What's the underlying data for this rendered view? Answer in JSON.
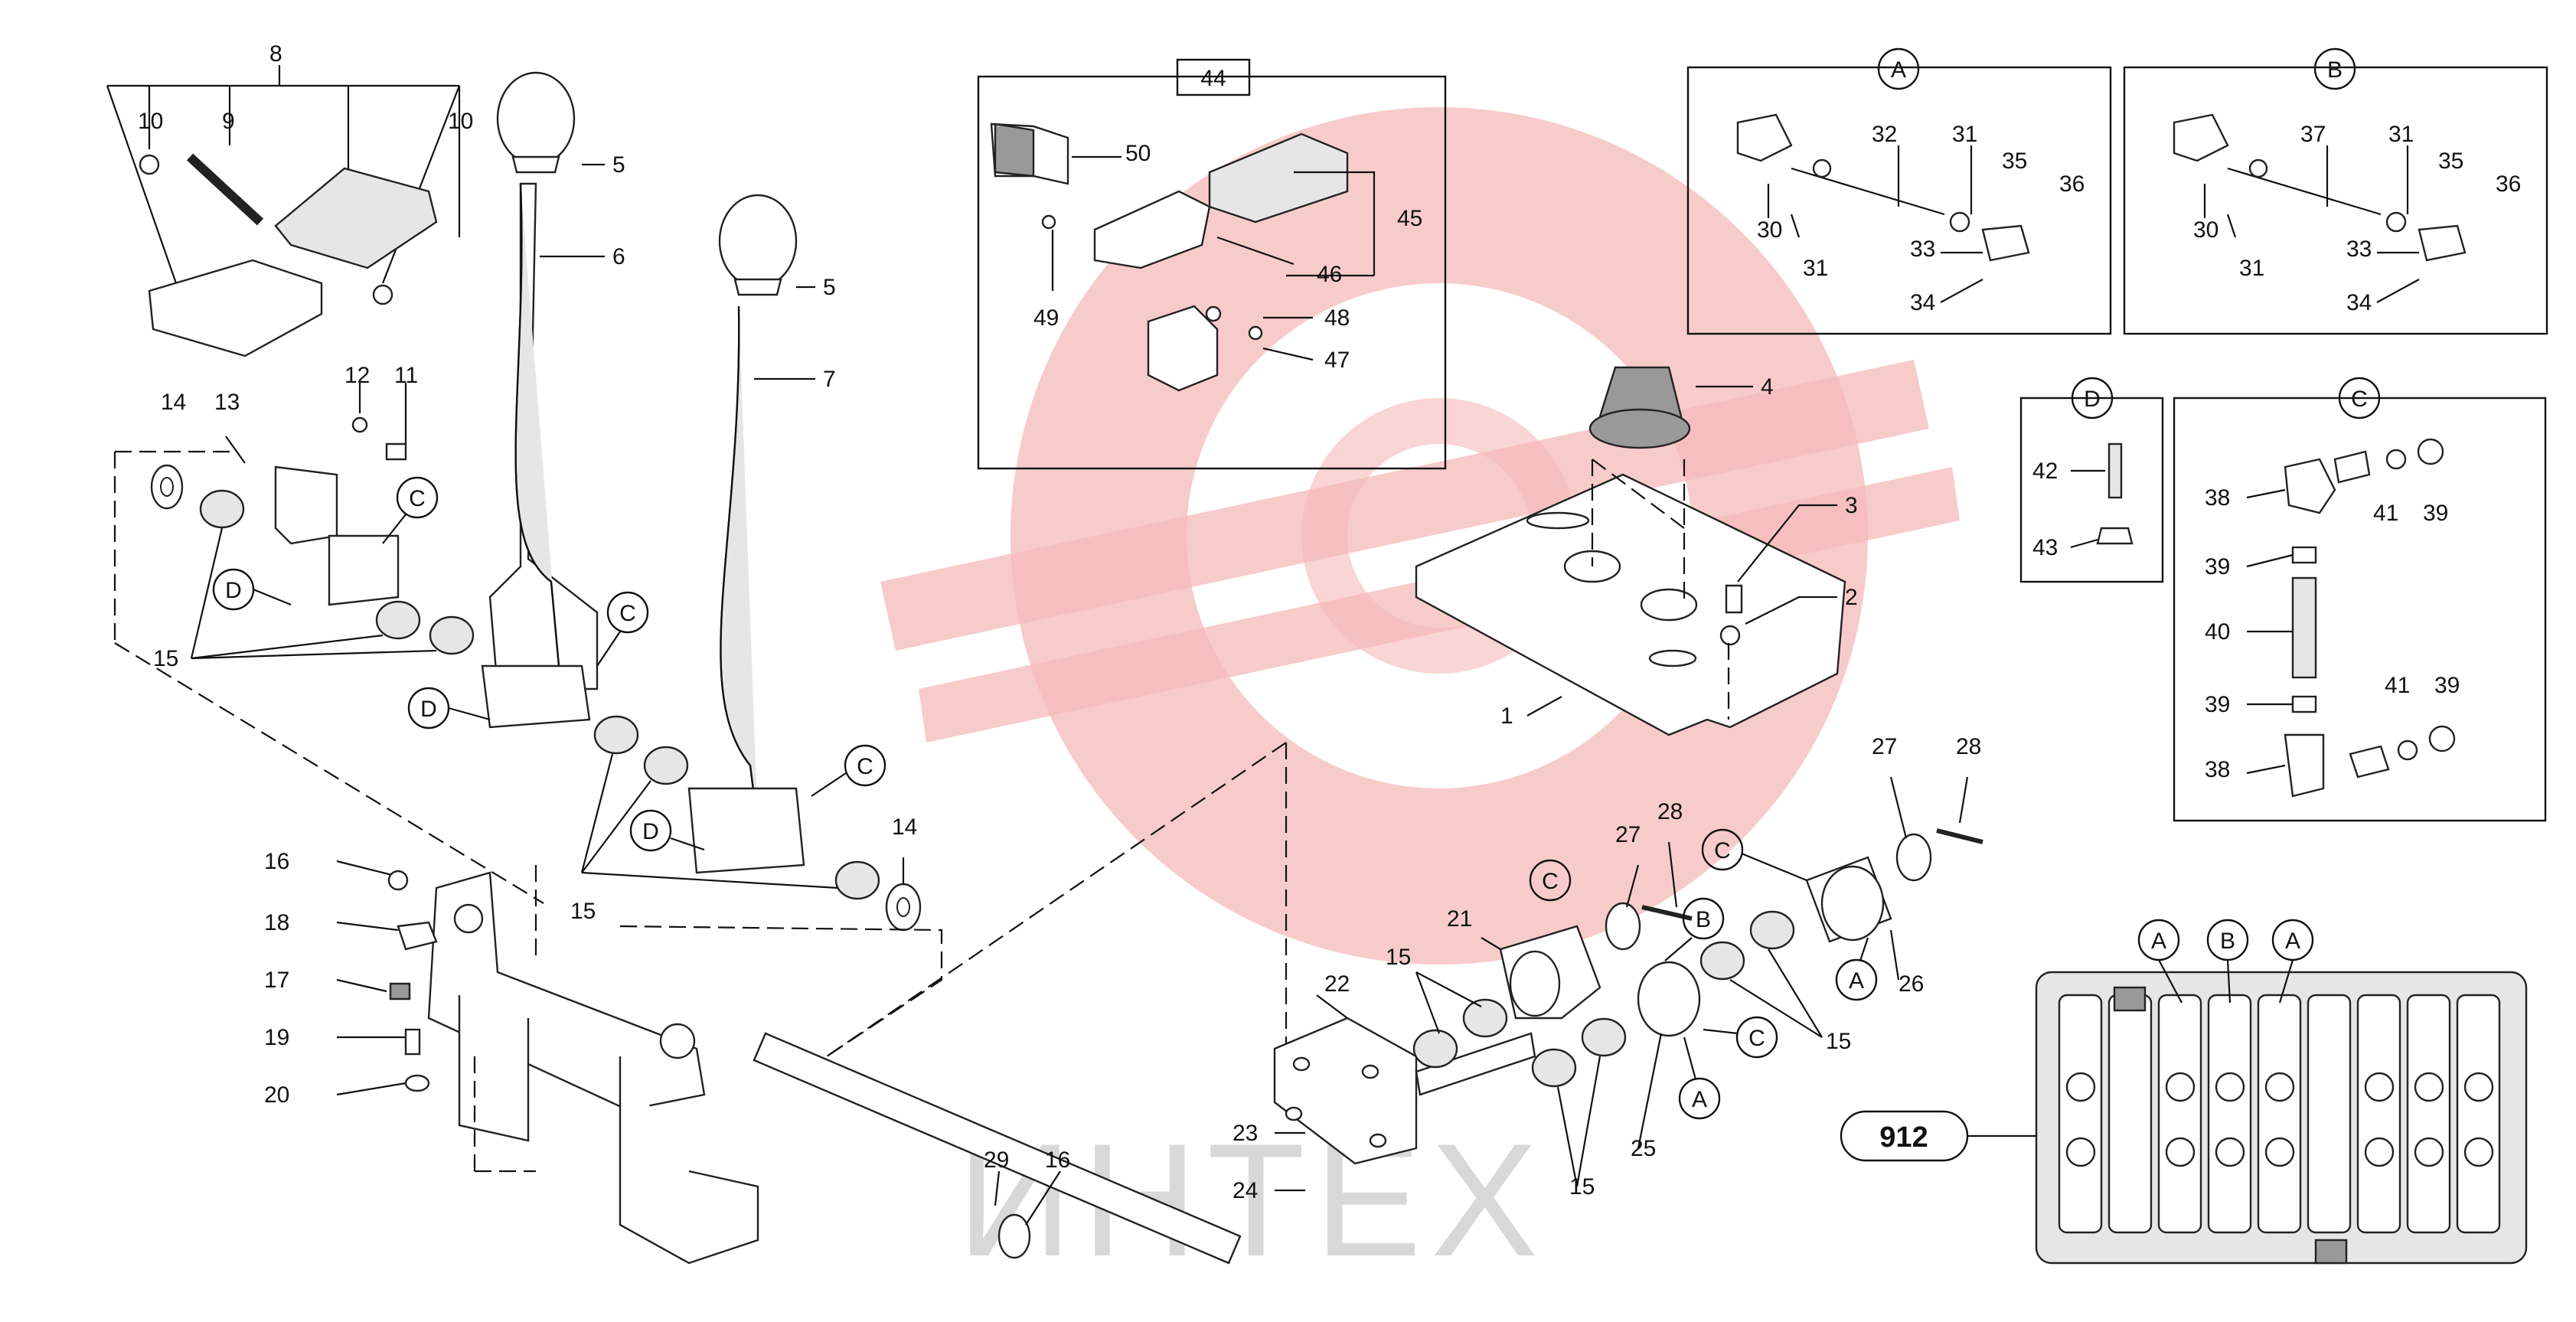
{
  "watermark": {
    "text": "ИНТЕХ",
    "color": "#f6b9b9"
  },
  "badge": {
    "label": "912"
  },
  "callouts": {
    "n1": "1",
    "n2": "2",
    "n3": "3",
    "n4": "4",
    "n5a": "5",
    "n5b": "5",
    "n6": "6",
    "n7": "7",
    "n8": "8",
    "n9": "9",
    "n10a": "10",
    "n10b": "10",
    "n11": "11",
    "n12": "12",
    "n13": "13",
    "n14a": "14",
    "n14b": "14",
    "n15a": "15",
    "n15b": "15",
    "n15c": "15",
    "n15d": "15",
    "n15e": "15",
    "n16a": "16",
    "n16b": "16",
    "n17": "17",
    "n18": "18",
    "n19": "19",
    "n20": "20",
    "n21": "21",
    "n22": "22",
    "n23": "23",
    "n24": "24",
    "n25": "25",
    "n26": "26",
    "n27a": "27",
    "n27b": "27",
    "n28a": "28",
    "n28b": "28",
    "n29": "29",
    "n44": "44",
    "n45": "45",
    "n46": "46",
    "n47": "47",
    "n48": "48",
    "n49": "49",
    "n50": "50",
    "a30": "30",
    "a31a": "31",
    "a31b": "31",
    "a32": "32",
    "a33": "33",
    "a34": "34",
    "a35": "35",
    "a36": "36",
    "b30": "30",
    "b31a": "31",
    "b31b": "31",
    "b37": "37",
    "b33": "33",
    "b34": "34",
    "b35": "35",
    "b36": "36",
    "d42": "42",
    "d43": "43",
    "c38a": "38",
    "c38b": "38",
    "c39a": "39",
    "c39b": "39",
    "c39c": "39",
    "c39d": "39",
    "c40": "40",
    "c41a": "41",
    "c41b": "41"
  },
  "detail_letters": {
    "A": "A",
    "B": "B",
    "C": "C",
    "D": "D"
  }
}
